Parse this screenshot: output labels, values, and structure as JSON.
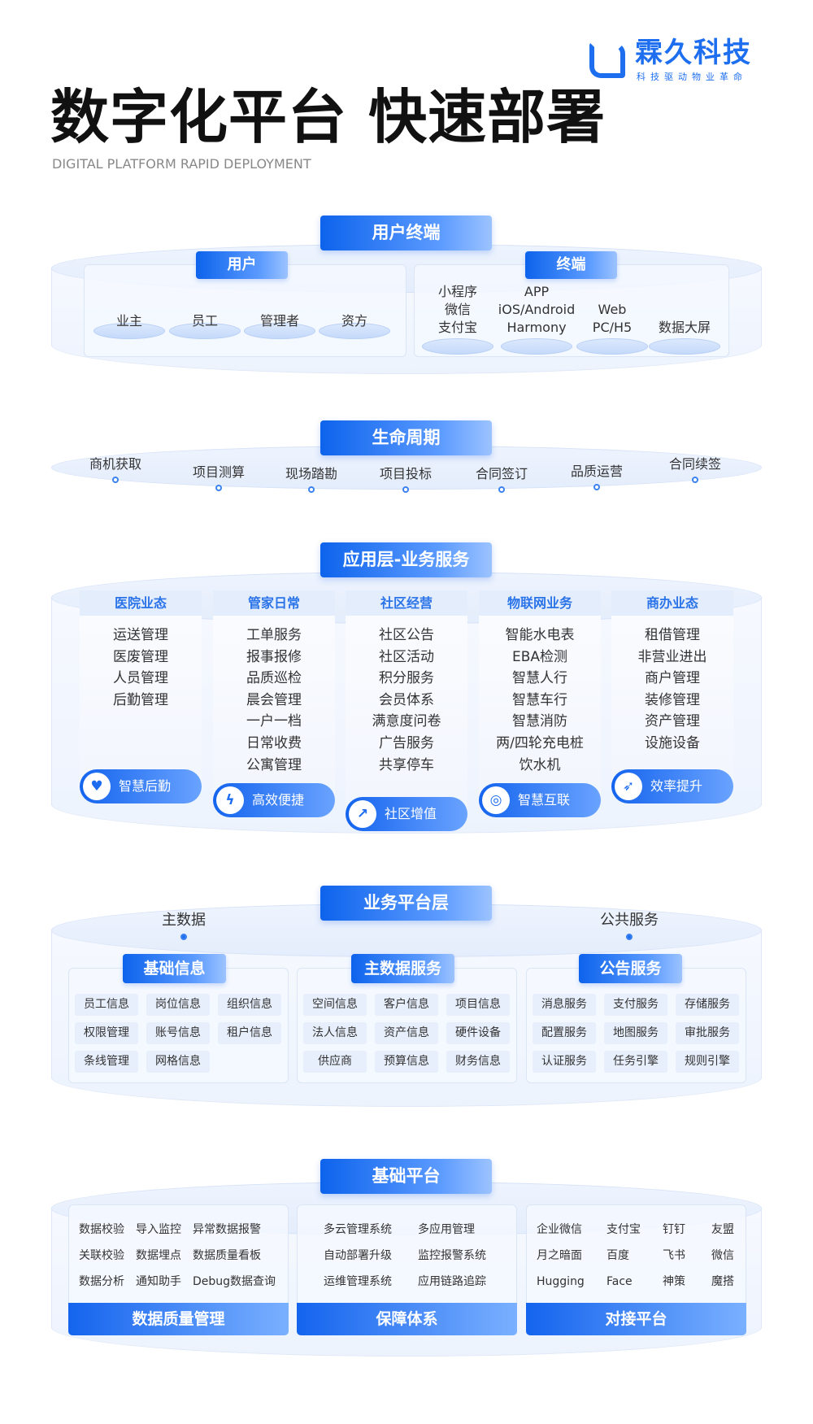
{
  "brand": {
    "name": "霖久科技",
    "slogan": "科技驱动物业革命",
    "accent": "#1e6ff0"
  },
  "header": {
    "title": "数字化平台 快速部署",
    "subtitle": "DIGITAL PLATFORM  RAPID DEPLOYMENT"
  },
  "user_terminal": {
    "label": "用户终端",
    "users": {
      "label": "用户",
      "items": [
        "业主",
        "员工",
        "管理者",
        "资方"
      ]
    },
    "terminals": {
      "label": "终端",
      "items": [
        [
          "小程序",
          "微信",
          "支付宝"
        ],
        [
          "APP",
          "iOS/Android",
          "Harmony"
        ],
        [
          "Web",
          "PC/H5"
        ],
        [
          "数据大屏"
        ]
      ]
    }
  },
  "lifecycle": {
    "label": "生命周期",
    "items": [
      "商机获取",
      "项目测算",
      "现场踏勘",
      "项目投标",
      "合同签订",
      "品质运营",
      "合同续签"
    ]
  },
  "application": {
    "label": "应用层-业务服务",
    "columns": [
      {
        "title": "医院业态",
        "items": [
          "运送管理",
          "医废管理",
          "人员管理",
          "后勤管理"
        ],
        "badge": "智慧后勤",
        "icon": "heart-hands-icon"
      },
      {
        "title": "管家日常",
        "items": [
          "工单服务",
          "报事报修",
          "品质巡检",
          "晨会管理",
          "一户一档",
          "日常收费",
          "公寓管理"
        ],
        "badge": "高效便捷",
        "icon": "shield-bolt-icon"
      },
      {
        "title": "社区经营",
        "items": [
          "社区公告",
          "社区活动",
          "积分服务",
          "会员体系",
          "满意度问卷",
          "广告服务",
          "共享停车"
        ],
        "badge": "社区增值",
        "icon": "trend-chart-icon"
      },
      {
        "title": "物联网业务",
        "items": [
          "智能水电表",
          "EBA检测",
          "智慧人行",
          "智慧车行",
          "智慧消防",
          "两/四轮充电桩",
          "饮水机"
        ],
        "badge": "智慧互联",
        "icon": "globe-link-icon"
      },
      {
        "title": "商办业态",
        "items": [
          "租借管理",
          "非营业进出",
          "商户管理",
          "装修管理",
          "资产管理",
          "设施设备"
        ],
        "badge": "效率提升",
        "icon": "rocket-icon"
      }
    ]
  },
  "business_platform": {
    "label": "业务平台层",
    "left_tag": "主数据",
    "right_tag": "公共服务",
    "groups": [
      {
        "title": "基础信息",
        "items": [
          "员工信息",
          "岗位信息",
          "组织信息",
          "权限管理",
          "账号信息",
          "租户信息",
          "条线管理",
          "网格信息"
        ]
      },
      {
        "title": "主数据服务",
        "items": [
          "空间信息",
          "客户信息",
          "项目信息",
          "法人信息",
          "资产信息",
          "硬件设备",
          "供应商",
          "预算信息",
          "财务信息"
        ]
      },
      {
        "title": "公告服务",
        "items": [
          "消息服务",
          "支付服务",
          "存储服务",
          "配置服务",
          "地图服务",
          "审批服务",
          "认证服务",
          "任务引擎",
          "规则引擎"
        ]
      }
    ]
  },
  "base_platform": {
    "label": "基础平台",
    "groups": [
      {
        "title": "数据质量管理",
        "rows": [
          [
            "数据校验",
            "导入监控",
            "异常数据报警"
          ],
          [
            "关联校验",
            "数据埋点",
            "数据质量看板"
          ],
          [
            "数据分析",
            "通知助手",
            "Debug数据查询"
          ]
        ]
      },
      {
        "title": "保障体系",
        "rows": [
          [
            "多云管理系统",
            "多应用管理"
          ],
          [
            "自动部署升级",
            "监控报警系统"
          ],
          [
            "运维管理系统",
            "应用链路追踪"
          ]
        ]
      },
      {
        "title": "对接平台",
        "rows": [
          [
            "企业微信",
            "支付宝",
            "钉钉",
            "友盟"
          ],
          [
            "月之暗面",
            "百度",
            "飞书",
            "微信"
          ],
          [
            "Hugging",
            "Face",
            "神策",
            "魔搭"
          ]
        ]
      }
    ]
  }
}
